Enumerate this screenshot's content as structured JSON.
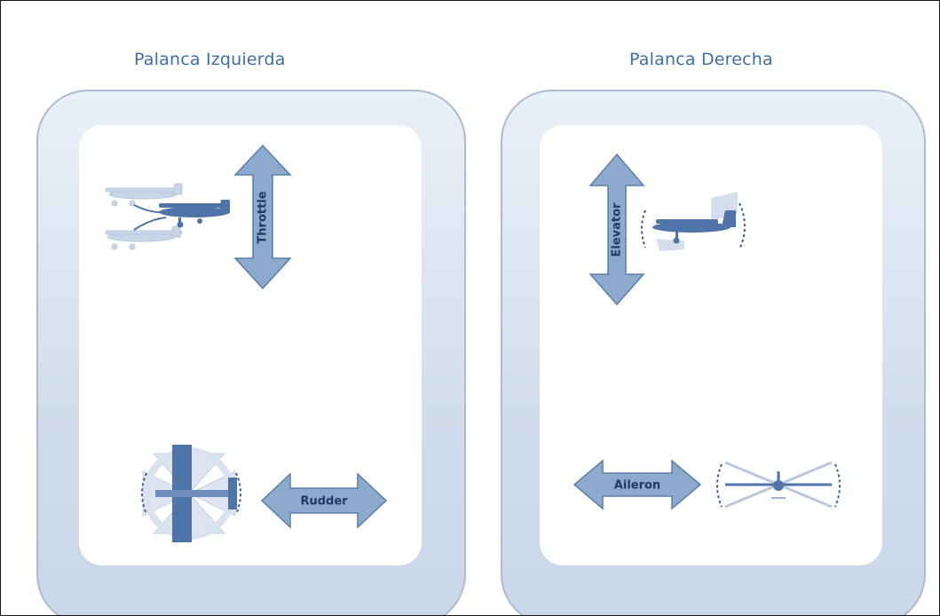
{
  "left": {
    "title": "Palanca Izquierda",
    "controls": {
      "vertical": "Throttle",
      "horizontal": "Rudder"
    }
  },
  "right": {
    "title": "Palanca Derecha",
    "controls": {
      "vertical": "Elevator",
      "horizontal": "Aileron"
    }
  },
  "colors": {
    "title": "#3d6ea6",
    "arrow_fill": "#8da9cb",
    "arrow_stroke": "#5b7fa9",
    "aircraft": "#4f74a8",
    "panel_border": "#aabbd2"
  }
}
